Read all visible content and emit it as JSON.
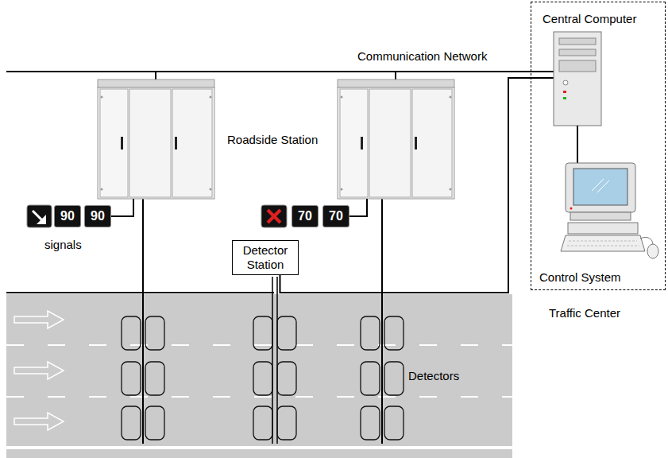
{
  "diagram": {
    "nodes": [
      {
        "text": [
          "90"
        ]
      },
      {
        "text": [
          "90"
        ]
      },
      {
        "text": [
          "70"
        ]
      },
      {
        "text": [
          "70"
        ]
      },
      {
        "text": [
          "Detector Station"
        ]
      },
      {
        "text": [
          "Central Computer",
          "Control System",
          "Traffic Center"
        ]
      }
    ],
    "edges": [
      {
        "from": 4,
        "to": 5,
        "arrow": "none"
      }
    ],
    "labels": [
      "Communication Network",
      "Roadside Station",
      "signals",
      "Detectors"
    ]
  }
}
